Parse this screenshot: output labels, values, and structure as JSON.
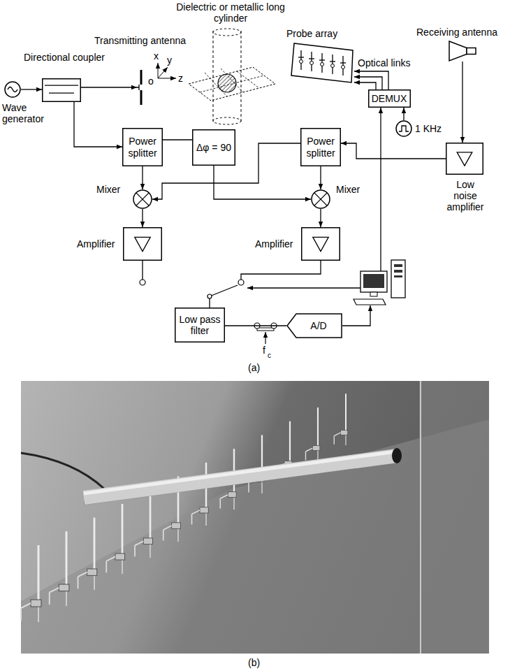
{
  "diagram": {
    "nodes": [
      {
        "text": [
          "Wave generator"
        ]
      },
      {
        "text": [
          "Directional coupler"
        ]
      },
      {
        "text": [
          "Transmitting antenna"
        ]
      },
      {
        "text": [
          "Probe array"
        ]
      },
      {
        "text": [
          "Receiving antenna"
        ]
      },
      {
        "text": [
          "DEMUX"
        ]
      },
      {
        "text": [
          "1 KHz"
        ]
      },
      {
        "text": [
          "Power splitter"
        ]
      },
      {
        "text": [
          "Δφ = 90"
        ]
      },
      {
        "text": [
          "Power splitter"
        ]
      },
      {
        "text": [
          "Low noise amplifier"
        ]
      },
      {
        "text": [
          "Mixer"
        ]
      },
      {
        "text": [
          "Mixer"
        ]
      },
      {
        "text": [
          "Amplifier"
        ]
      },
      {
        "text": [
          "Amplifier"
        ]
      },
      {
        "text": [
          "Low pass filter"
        ]
      },
      {
        "text": [
          "A/D"
        ]
      }
    ],
    "edges": [
      {
        "from": 0,
        "to": 1,
        "arrow": "to"
      },
      {
        "from": 1,
        "to": 2,
        "arrow": "to"
      },
      {
        "from": 1,
        "to": 7,
        "arrow": "to"
      },
      {
        "from": 5,
        "to": 3,
        "arrow": "to"
      },
      {
        "from": 6,
        "to": 5,
        "arrow": "to"
      },
      {
        "from": 4,
        "to": 10,
        "arrow": "to"
      },
      {
        "from": 10,
        "to": 9,
        "arrow": "to"
      },
      {
        "from": 7,
        "to": 8,
        "arrow": "none"
      },
      {
        "from": 7,
        "to": 11,
        "arrow": "to"
      },
      {
        "from": 8,
        "to": 12,
        "arrow": "to"
      },
      {
        "from": 9,
        "to": 11,
        "arrow": "to"
      },
      {
        "from": 9,
        "to": 12,
        "arrow": "to"
      },
      {
        "from": 11,
        "to": 13,
        "arrow": "to"
      },
      {
        "from": 12,
        "to": 14,
        "arrow": "to"
      },
      {
        "from": 15,
        "to": 16,
        "arrow": "none"
      }
    ],
    "labels": [
      "Dielectric or metallic long cylinder",
      "x",
      "y",
      "o",
      "z",
      "Optical links",
      "f",
      "c",
      "(a)",
      "(b)"
    ]
  }
}
